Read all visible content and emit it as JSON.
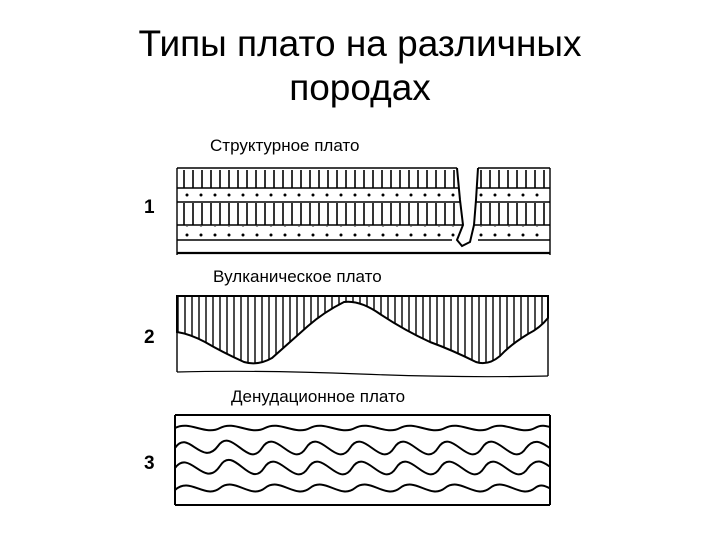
{
  "title": "Типы плато на различных породах",
  "title_lines": [
    "Типы плато на различных",
    "породах"
  ],
  "panels": [
    {
      "number": "1",
      "caption": "Структурное плато"
    },
    {
      "number": "2",
      "caption": "Вулканическое плато"
    },
    {
      "number": "3",
      "caption": "Денудационное плато"
    }
  ]
}
